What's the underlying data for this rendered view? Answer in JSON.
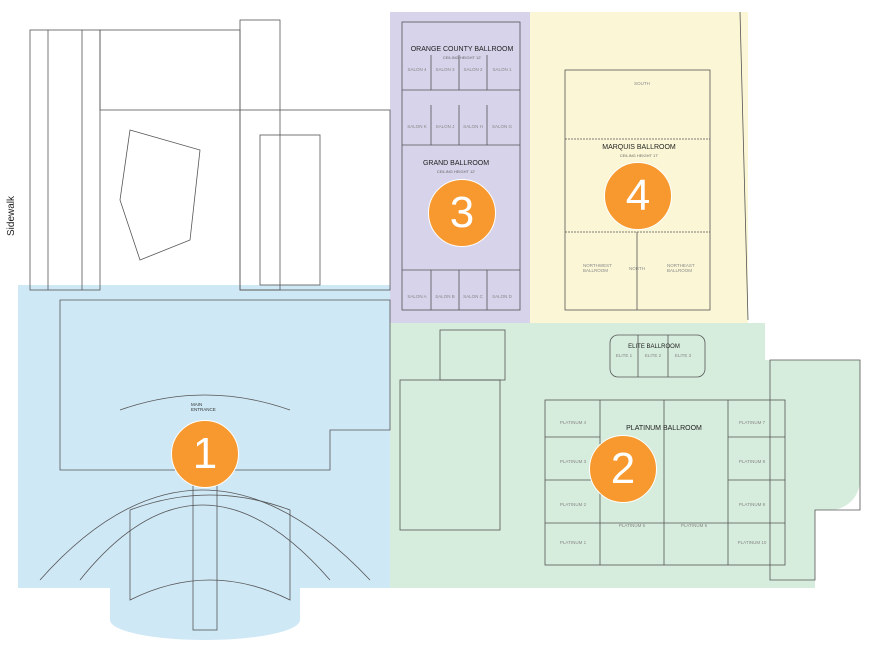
{
  "map": {
    "sidewalk_label": "Sidewalk",
    "main_entrance": "MAIN ENTRANCE",
    "zones": [
      {
        "id": "1",
        "color": "#cfe8f6"
      },
      {
        "id": "2",
        "color": "#d6ecdc"
      },
      {
        "id": "3",
        "color": "#d6d3ea"
      },
      {
        "id": "4",
        "color": "#fbf7d6"
      }
    ],
    "markers": [
      "1",
      "2",
      "3",
      "4"
    ],
    "marker_color": "#f7992f",
    "orange_county": {
      "title": "ORANGE COUNTY BALLROOM",
      "ceiling": "CEILING HEIGHT 12'",
      "salons": [
        "SALON 4",
        "SALON 3",
        "SALON 2",
        "SALON 1"
      ]
    },
    "grand": {
      "title": "GRAND BALLROOM",
      "ceiling": "CEILING HEIGHT 12'",
      "salons_top": [
        "SALON K",
        "SALON J",
        "SALON H",
        "SALON G"
      ],
      "salons_bottom": [
        "SALON A",
        "SALON B",
        "SALON C",
        "SALON D"
      ]
    },
    "marquis": {
      "title": "MARQUIS BALLROOM",
      "ceiling": "CEILING HEIGHT 17'",
      "south": "SOUTH",
      "north": "NORTH",
      "northeast": "NORTHEAST BALLROOM",
      "northwest": "NORTHWEST BALLROOM"
    },
    "elite": {
      "title": "ELITE BALLROOM",
      "rooms": [
        "ELITE 1",
        "ELITE 2",
        "ELITE 3"
      ]
    },
    "platinum": {
      "title": "PLATINUM BALLROOM",
      "left": [
        "PLATINUM 4",
        "PLATINUM 3",
        "PLATINUM 2",
        "PLATINUM 1"
      ],
      "right": [
        "PLATINUM 7",
        "PLATINUM 8",
        "PLATINUM 9",
        "PLATINUM 10"
      ],
      "center": [
        "PLATINUM 5",
        "PLATINUM 6"
      ]
    }
  }
}
